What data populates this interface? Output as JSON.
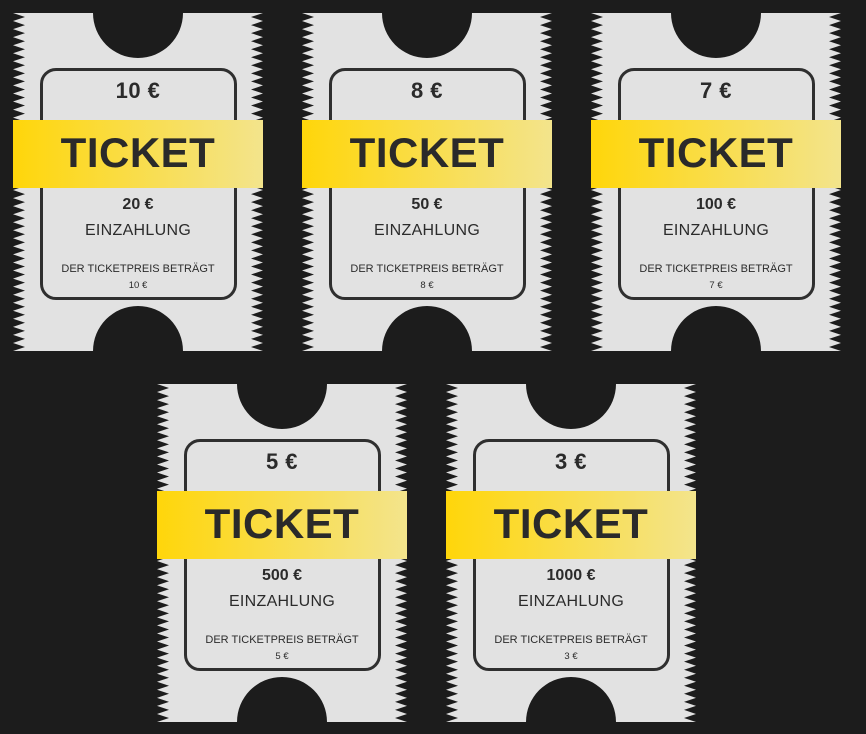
{
  "colors": {
    "background": "#1c1c1c",
    "paper": "#e2e2e2",
    "band_start": "#ffd60a",
    "band_end": "#f3e48c",
    "text": "#2a2a2a"
  },
  "band_label": "TICKET",
  "deposit_label": "EINZAHLUNG",
  "price_note": "DER TICKETPREIS BETRÄGT",
  "tickets": [
    {
      "price": "10 €",
      "deposit": "20 €",
      "price_small": "10 €"
    },
    {
      "price": "8 €",
      "deposit": "50 €",
      "price_small": "8 €"
    },
    {
      "price": "7 €",
      "deposit": "100 €",
      "price_small": "7 €"
    },
    {
      "price": "5 €",
      "deposit": "500 €",
      "price_small": "5 €"
    },
    {
      "price": "3 €",
      "deposit": "1000 €",
      "price_small": "3 €"
    }
  ]
}
